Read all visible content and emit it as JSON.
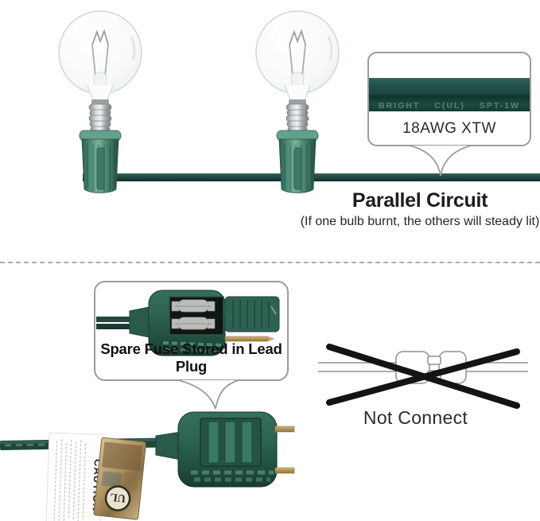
{
  "top": {
    "wire_marking": [
      "BRIGHT",
      "C(UL)",
      "SPT-1W"
    ],
    "wire_gauge": "18AWG XTW",
    "heading": "Parallel Circuit",
    "subheading": "(If one bulb burnt, the others will steady lit)"
  },
  "bottom": {
    "fuse_note": "Spare Fuse Stored in Lead Plug",
    "caution": "CAUTION",
    "ul_mark": "UL",
    "not_connect": "Not Connect"
  },
  "colors": {
    "wire_green": "#1e453d",
    "socket_green": "#4f907c",
    "plug_green": "#2f6a59",
    "brass": "#c0a468",
    "callout_border": "#9b9b9b",
    "cross_black": "#141414",
    "text_dark": "#1f1f1f"
  }
}
